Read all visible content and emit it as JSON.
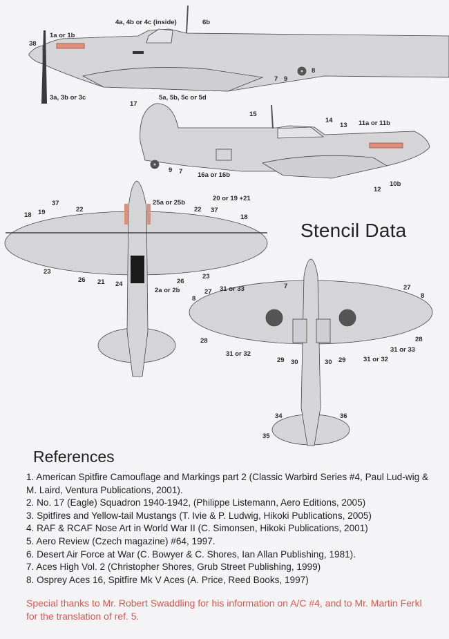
{
  "heading": "Stencil Data",
  "side_view_upper_labels": [
    "4a, 4b or 4c (inside)",
    "6b",
    "1a or 1b",
    "38",
    "3a, 3b or 3c",
    "5a, 5b, 5c or 5d",
    "7",
    "9",
    "8"
  ],
  "side_view_lower_labels": [
    "17",
    "15",
    "14",
    "13",
    "11a or 11b",
    "9",
    "7",
    "16a or 16b",
    "10b",
    "12"
  ],
  "top_view_labels": [
    "25a or 25b",
    "20 or 19 +21",
    "37",
    "37",
    "22",
    "22",
    "18",
    "19",
    "18",
    "23",
    "26",
    "21",
    "24",
    "2a or 2b",
    "26",
    "23"
  ],
  "bottom_view_labels": [
    "7",
    "27",
    "31 or 33",
    "8",
    "27",
    "8",
    "28",
    "31 or 32",
    "29",
    "30",
    "30",
    "29",
    "31 or 32",
    "31 or 33",
    "28",
    "34",
    "36",
    "35"
  ],
  "references": {
    "title": "References",
    "items": [
      "1. American Spitfire Camouflage and Markings part 2 (Classic Warbird Series #4, Paul Lud-wig & M. Laird, Ventura Publications, 2001).",
      "2. No. 17 (Eagle) Squadron 1940-1942, (Philippe Listemann, Aero Editions, 2005)",
      "3. Spitfires and Yellow-tail Mustangs (T. Ivie & P. Ludwig, Hikoki Publications, 2005)",
      "4. RAF & RCAF Nose Art in World War II (C. Simonsen, Hikoki Publications, 2001)",
      "5. Aero Review (Czech magazine) #64, 1997.",
      "6. Desert Air Force at War (C. Bowyer & C. Shores, Ian Allan Publishing, 1981).",
      "7. Aces High Vol. 2 (Christopher Shores, Grub Street Publishing, 1999)",
      "8. Osprey Aces 16, Spitfire Mk V Aces (A. Price, Reed Books, 1997)"
    ],
    "thanks": "Special thanks to Mr. Robert Swaddling for his information on A/C #4, and to Mr. Martin Ferkl for the translation of ref. 5."
  },
  "colors": {
    "aircraft": "#d5d5d8",
    "outline": "#333333",
    "exhaust": "#e0907a",
    "thanks_text": "#e0574c"
  }
}
